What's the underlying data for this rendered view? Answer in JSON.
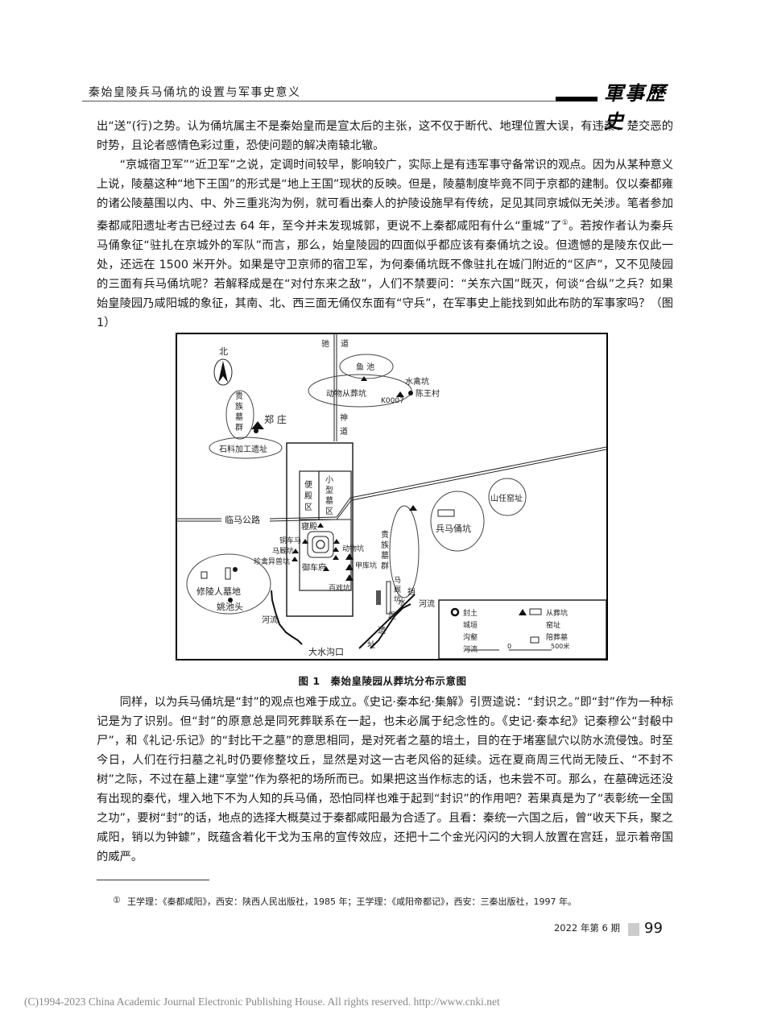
{
  "header": {
    "running_title": "秦始皇陵兵马俑坑的设置与军事史意义",
    "journal_logo": "軍事歷史"
  },
  "paragraphs": [
    {
      "indent": false,
      "text": "出“送”(行)之势。认为俑坑属主不是秦始皇而是宣太后的主张，这不仅于断代、地理位置大误，有违秦、楚交恶的时势，且论者感情色彩过重，恐使问题的解决南辕北辙。"
    },
    {
      "indent": true,
      "text_before_note": "“京城宿卫军”“近卫军”之说，定调时间较早，影响较广，实际上是有违军事守备常识的观点。因为从某种意义上说，陵墓这种“地下王国”的形式是“地上王国”现状的反映。但是，陵墓制度毕竟不同于京都的建制。仅以秦都雍的诸公陵墓围以内、中、外三重兆沟为例，就可看出秦人的护陵设施早有传统，足见其同京城似无关涉。笔者参加秦都咸阳遗址考古已经过去 64 年，至今并未发现城郭，更说不上秦都咸阳有什么“重城”了",
      "note_ref": "①",
      "text_after_note": "。若按作者认为秦兵马俑象征“驻扎在京城外的军队”而言，那么，始皇陵园的四面似乎都应该有秦俑坑之设。但遗憾的是陵东仅此一处，还远在 1500 米开外。如果是守卫京师的宿卫军，为何秦俑坑既不像驻扎在城门附近的“区庐”，又不见陵园的三面有兵马俑坑呢？若解释成是在“对付东来之敌”，人们不禁要问：“关东六国”既灭，何谈“合纵”之兵？如果始皇陵园乃咸阳城的象征，其南、北、西三面无俑仅东面有“守兵”，在军事史上能找到如此布防的军事家吗？（图 1）"
    },
    {
      "indent": true,
      "text": "同样，以为兵马俑坑是“封”的观点也难于成立。《史记·秦本纪·集解》引贾逵说：“封识之。”即“封”作为一种标记是为了识别。但“封”的原意总是同死葬联系在一起，也未必属于纪念性的。《史记·秦本纪》记秦穆公“封殽中尸”，和《礼记·乐记》的“封比干之墓”的意思相同，是对死者之墓的培土，目的在于堵塞鼠穴以防水流侵蚀。时至今日，人们在行扫墓之礼时仍要修整坟丘，显然是对这一古老风俗的延续。远在夏商周三代尚无陵丘、“不封不树”之际，不过在墓上建“享堂”作为祭祀的场所而已。如果把这当作标志的话，也未尝不可。那么，在墓碑远还没有出现的秦代，埋入地下不为人知的兵马俑，恐怕同样也难于起到“封识”的作用吧？若果真是为了“表彰统一全国之功”，要树“封”的话，地点的选择大概莫过于秦都咸阳最为合适了。且看：秦统一六国之后，曾“收天下兵，聚之咸阳，销以为钟鐻”，既蕴含着化干戈为玉帛的宣传效应，还把十二个金光闪闪的大铜人放置在宫廷，显示着帝国的威严。"
    }
  ],
  "figure": {
    "caption": "图 1　秦始皇陵园从葬坑分布示意图",
    "labels": {
      "north": "北",
      "chidao_1": "驰",
      "chidao_2": "道",
      "yuchi": "鱼 池",
      "shuiqinkeng": "水禽坑",
      "dongwu": "动物从葬坑",
      "k0007": "K0007",
      "chenwangcun": "陈王村",
      "guizu_nw": [
        "贵",
        "族",
        "墓",
        "群"
      ],
      "zhengzhuang": "郑 庄",
      "shendao_1": "神",
      "shendao_2": "道",
      "shiliao": "石料加工遗址",
      "biandian": [
        "便",
        "殿",
        "区"
      ],
      "xiaoxing": [
        "小",
        "型",
        "墓",
        "区"
      ],
      "linma": "临马公路",
      "qindian": "寝殿",
      "tongchema": "铜车马",
      "majiukeng_w": "马厩坑",
      "zhenqin": "珍禽异兽坑",
      "yuchefu": "御车府",
      "dongwukeng": "动物坑",
      "jiakukeng": "甲库坑",
      "baixikeng": "百戏坑",
      "guizu_e": [
        "贵",
        "族",
        "墓",
        "群"
      ],
      "majiukeng_e": [
        "马",
        "厩",
        "坑"
      ],
      "bingmayong": "兵马俑坑",
      "shanren": "山任窑址",
      "xiuling": "修陵人墓地",
      "yaochitou": "姚池头",
      "heliu_w": "河流",
      "dashuigoukou": "大水沟口",
      "dangshui": [
        "挡",
        "水",
        "堤",
        "遗",
        "址"
      ],
      "heliu_e": "河流"
    },
    "legend": {
      "fengtu": "封土",
      "chengyuan": "城垣",
      "gouhe": "沟壑",
      "heliu": "河流",
      "congzangkeng": "从葬坑",
      "yaozhi": "窑址",
      "peizangmu": "陪葬墓",
      "scale_start": "0",
      "scale_end": "500米"
    }
  },
  "footnote": {
    "num": "①",
    "text": "王学理：《秦都咸阳》，西安：陕西人民出版社，1985 年；王学理：《咸阳帝都记》，西安：三秦出版社，1997 年。"
  },
  "page": {
    "issue": "2022 年第 6 期",
    "number": "99"
  },
  "copyright": "(C)1994-2023 China Academic Journal Electronic Publishing House. All rights reserved.    http://www.cnki.net"
}
